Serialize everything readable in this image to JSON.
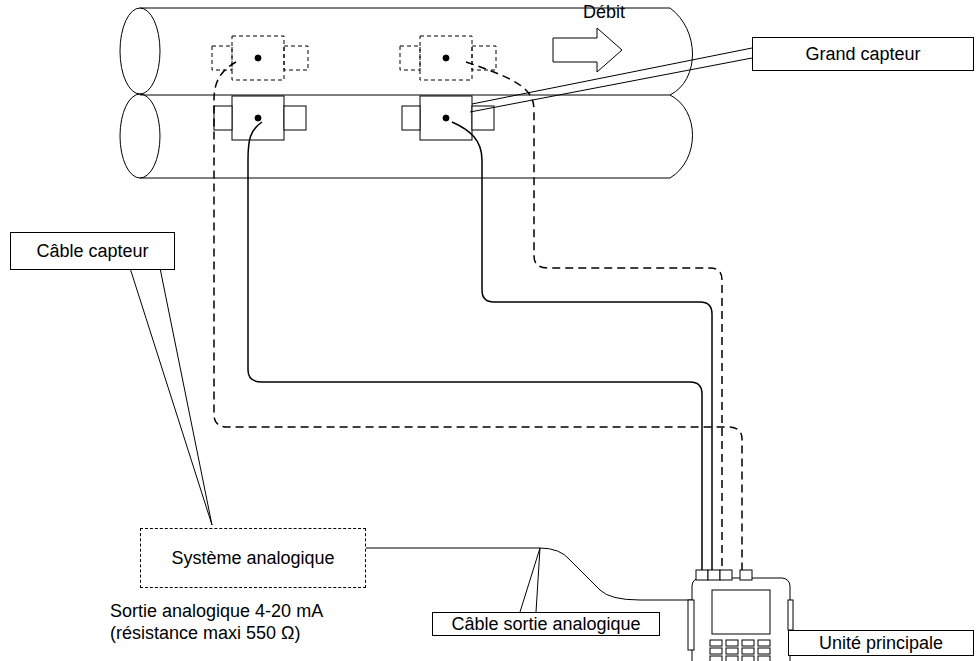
{
  "diagram": {
    "nodes": [
      {
        "text": [
          "Grand capteur"
        ]
      },
      {
        "text": [
          "Câble capteur"
        ]
      },
      {
        "text": [
          "Système analogique"
        ]
      },
      {
        "text": [
          "Câble sortie analogique"
        ]
      },
      {
        "text": [
          "Unité principale"
        ]
      }
    ],
    "labels": [
      "Débit",
      "Sortie analogique 4-20 mA (résistance maxi 550 Ω)"
    ]
  }
}
